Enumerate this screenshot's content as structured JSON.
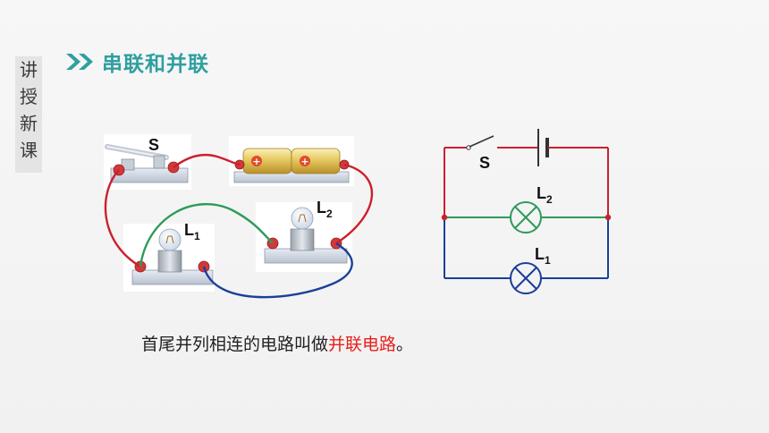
{
  "sidebar": {
    "chars": [
      "讲",
      "授",
      "新",
      "课"
    ]
  },
  "header": {
    "title": "串联和并联"
  },
  "apparatus": {
    "switch_label": "S",
    "lamp1_label": "L",
    "lamp1_sub": "1",
    "lamp2_label": "L",
    "lamp2_sub": "2",
    "battery_symbol_1": "+",
    "battery_symbol_2": "+"
  },
  "schematic": {
    "switch_label": "S",
    "lamp_top_label": "L",
    "lamp_top_sub": "2",
    "lamp_bottom_label": "L",
    "lamp_bottom_sub": "1"
  },
  "caption": {
    "prefix": "首尾并列相连的电路叫做",
    "highlight": "并联电路",
    "suffix": "。"
  },
  "colors": {
    "accent": "#2f9fa0",
    "wire_red": "#cc1f2e",
    "wire_green": "#2e9a5a",
    "wire_blue": "#1b3f9a",
    "highlight": "#e8201c"
  }
}
